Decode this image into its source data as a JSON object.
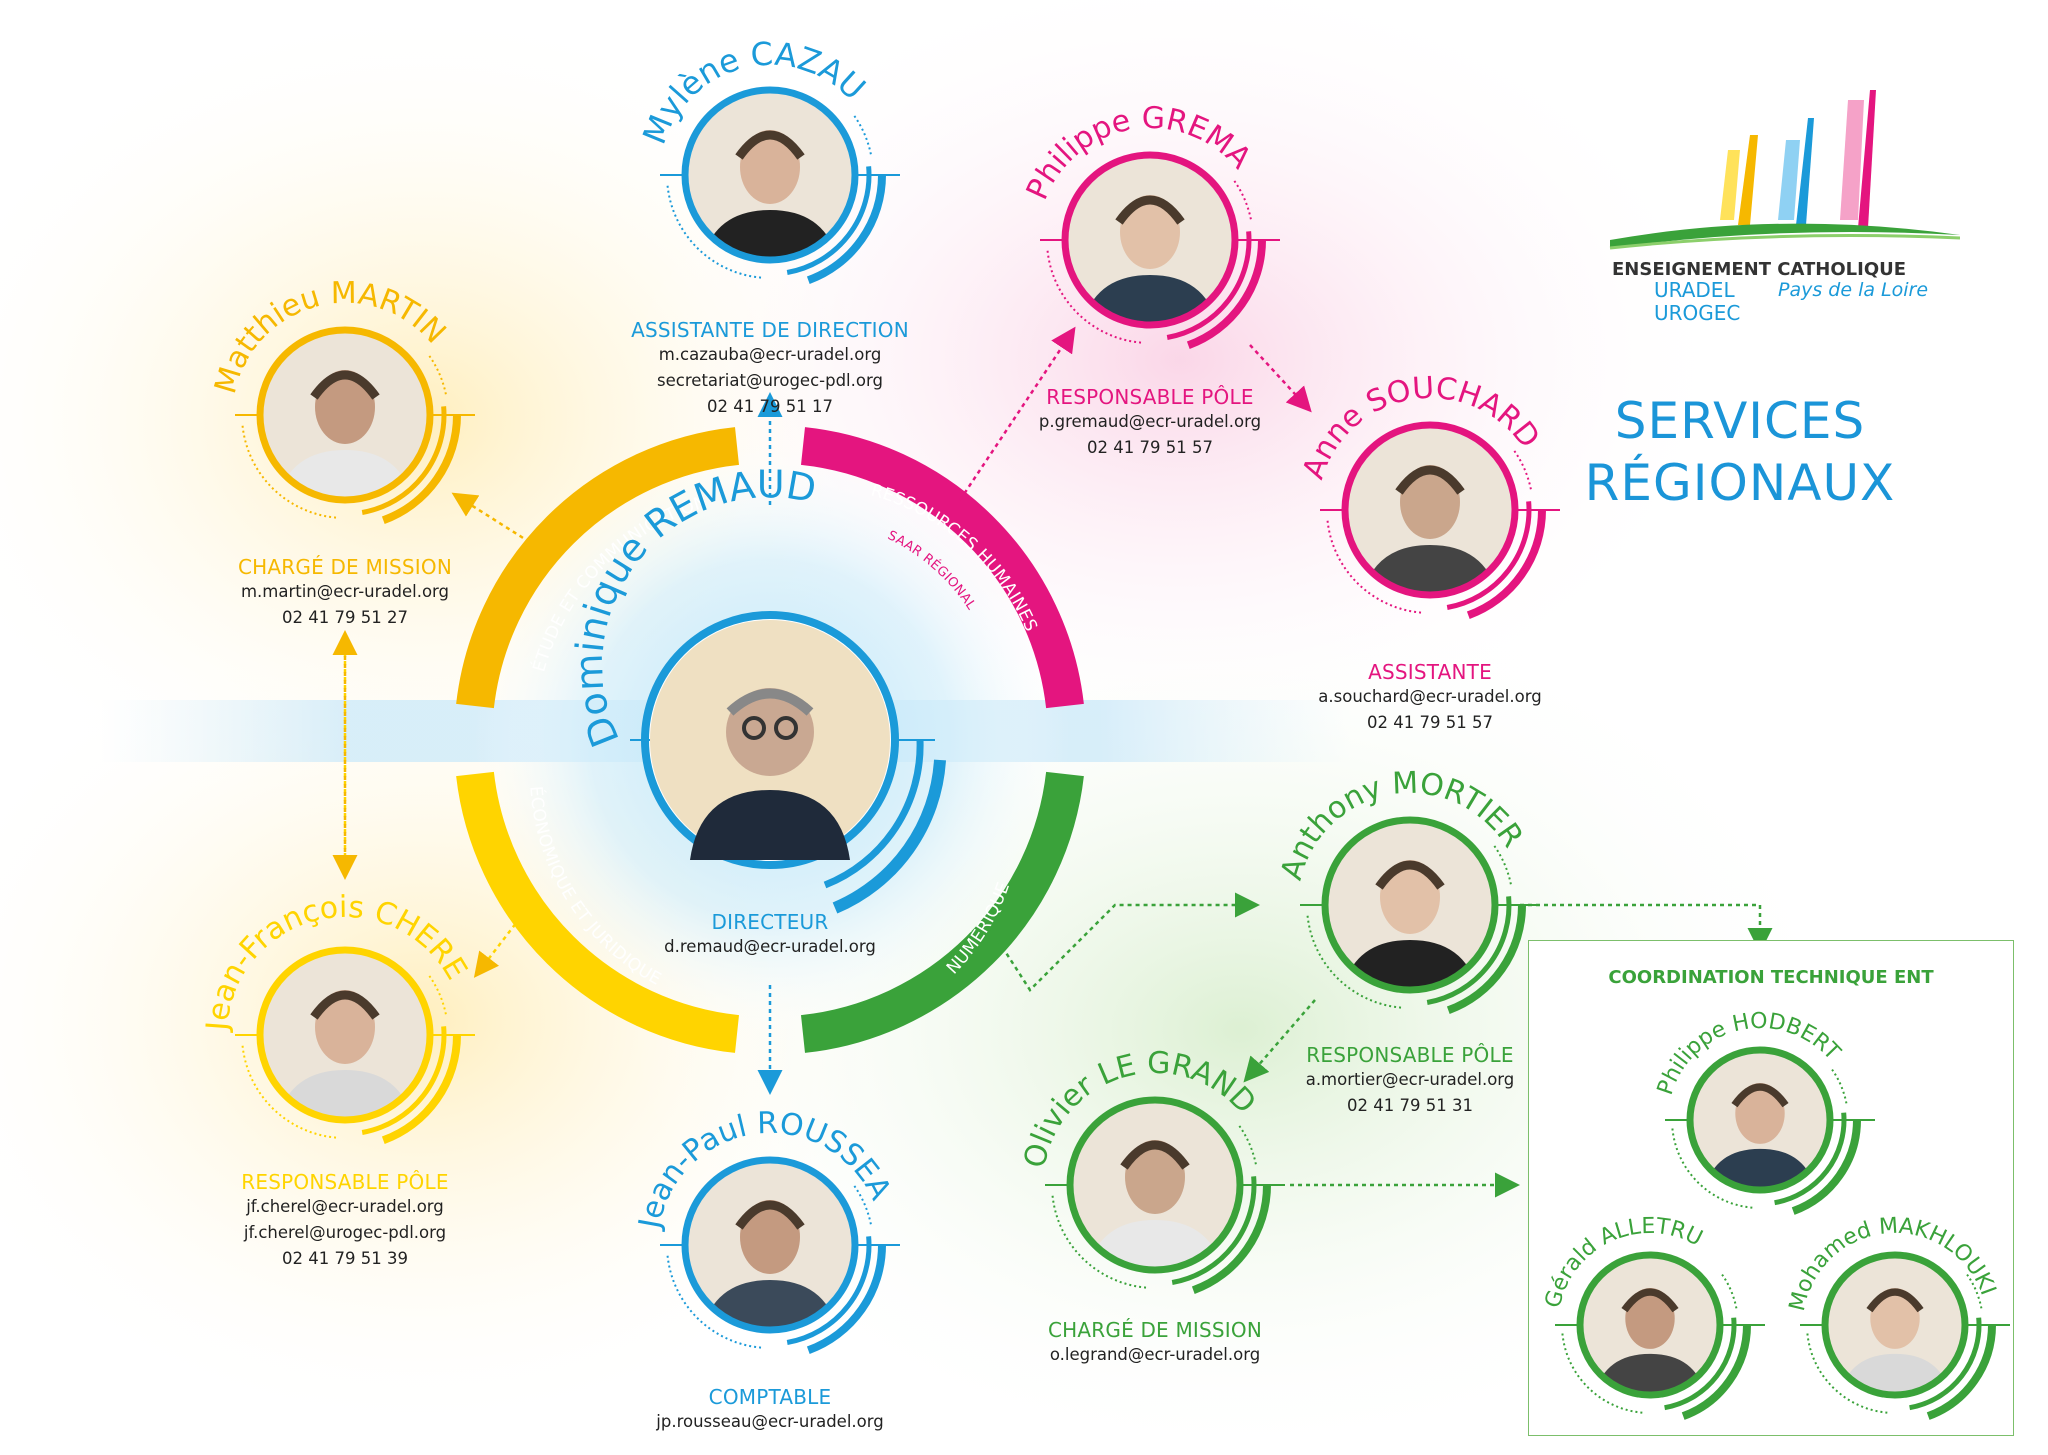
{
  "colors": {
    "blue": "#1b9ad9",
    "yellow": "#f6b800",
    "yellow2": "#ffd400",
    "pink": "#e4157f",
    "green": "#3aa23a",
    "text_dark": "#222222"
  },
  "title": {
    "line1": "SERVICES",
    "line2": "RÉGIONAUX"
  },
  "logo": {
    "line1": "ENSEIGNEMENT CATHOLIQUE",
    "line2": "URADEL",
    "line3": "UROGEC",
    "region": "Pays de la Loire"
  },
  "arc_labels": {
    "top_left": "ÉTUDE ET COMMUNICATION",
    "top_right": "RESSOURCES HUMAINES",
    "top_right_sub": "SAAR RÉGIONAL",
    "bottom_left": "ÉCONOMIQUE ET JURIDIQUE",
    "bottom_right": "NUMÉRIQUE"
  },
  "center": {
    "name": "Dominique REMAUD",
    "role": "DIRECTEUR",
    "lines": [
      "d.remaud@ecr-uradel.org"
    ]
  },
  "people": {
    "cazauba": {
      "name": "Mylène CAZAUBA",
      "role": "ASSISTANTE DE DIRECTION",
      "lines": [
        "m.cazauba@ecr-uradel.org",
        "secretariat@urogec-pdl.org",
        "02 41 79 51 17"
      ]
    },
    "martin": {
      "name": "Matthieu MARTIN",
      "role": "CHARGÉ DE MISSION",
      "lines": [
        "m.martin@ecr-uradel.org",
        "02 41 79 51 27"
      ]
    },
    "gremaud": {
      "name": "Philippe GREMAUD",
      "role": "RESPONSABLE PÔLE",
      "lines": [
        "p.gremaud@ecr-uradel.org",
        "02 41 79 51 57"
      ]
    },
    "souchard": {
      "name": "Anne SOUCHARD",
      "role": "ASSISTANTE",
      "lines": [
        "a.souchard@ecr-uradel.org",
        "02 41 79 51 57"
      ]
    },
    "cherel": {
      "name": "Jean-François CHEREL",
      "role": "RESPONSABLE PÔLE",
      "lines": [
        "jf.cherel@ecr-uradel.org",
        "jf.cherel@urogec-pdl.org",
        "02 41 79 51 39"
      ]
    },
    "rousseau": {
      "name": "Jean-Paul ROUSSEAU",
      "role": "COMPTABLE",
      "lines": [
        "jp.rousseau@ecr-uradel.org"
      ]
    },
    "mortier": {
      "name": "Anthony MORTIER",
      "role": "RESPONSABLE PÔLE",
      "lines": [
        "a.mortier@ecr-uradel.org",
        "02 41 79 51 31"
      ]
    },
    "legrand": {
      "name": "Olivier LE GRAND",
      "role": "CHARGÉ DE MISSION",
      "lines": [
        "o.legrand@ecr-uradel.org"
      ]
    },
    "hodbert": {
      "name": "Philippe HODBERT"
    },
    "alletru": {
      "name": "Gérald ALLETRU"
    },
    "makhlouki": {
      "name": "Mohamed MAKHLOUKI"
    }
  },
  "ent_box": {
    "title": "COORDINATION TECHNIQUE ENT"
  }
}
